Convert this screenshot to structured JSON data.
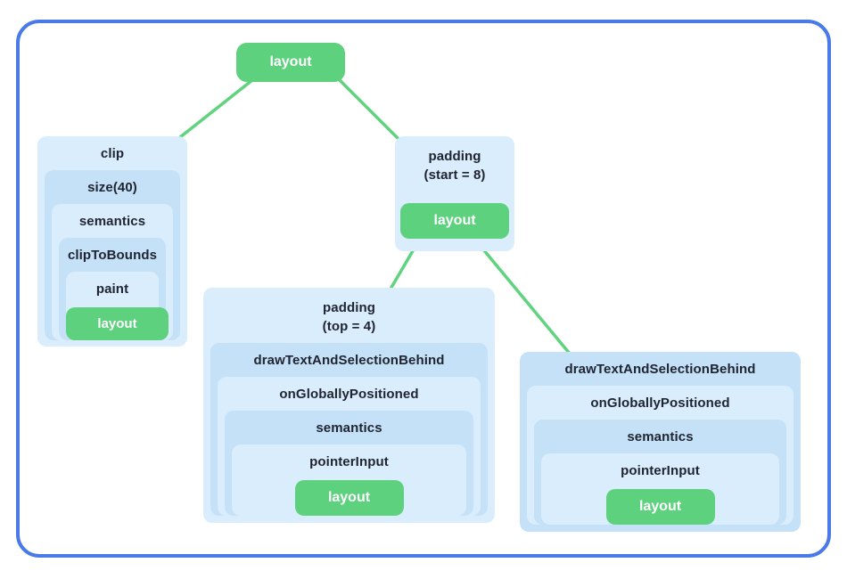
{
  "colors": {
    "frame_border": "#4a79e8",
    "box_light": "#d9edfc",
    "box_medium": "#c4e1f8",
    "node_green": "#5ed17e",
    "connector_green": "#5fd37e",
    "text_dark": "#1f2430"
  },
  "tree": {
    "root_label": "layout",
    "clip_chain": [
      "clip",
      "size(40)",
      "semantics",
      "clipToBounds",
      "paint"
    ],
    "clip_leaf": "layout",
    "padding_start": {
      "line1": "padding",
      "line2": "(start = 8)",
      "leaf": "layout"
    },
    "padding_top": {
      "line1": "padding",
      "line2": "(top = 4)"
    },
    "middle_chain": [
      "drawTextAndSelectionBehind",
      "onGloballyPositioned",
      "semantics",
      "pointerInput"
    ],
    "middle_leaf": "layout",
    "right_chain": [
      "drawTextAndSelectionBehind",
      "onGloballyPositioned",
      "semantics",
      "pointerInput"
    ],
    "right_leaf": "layout"
  }
}
